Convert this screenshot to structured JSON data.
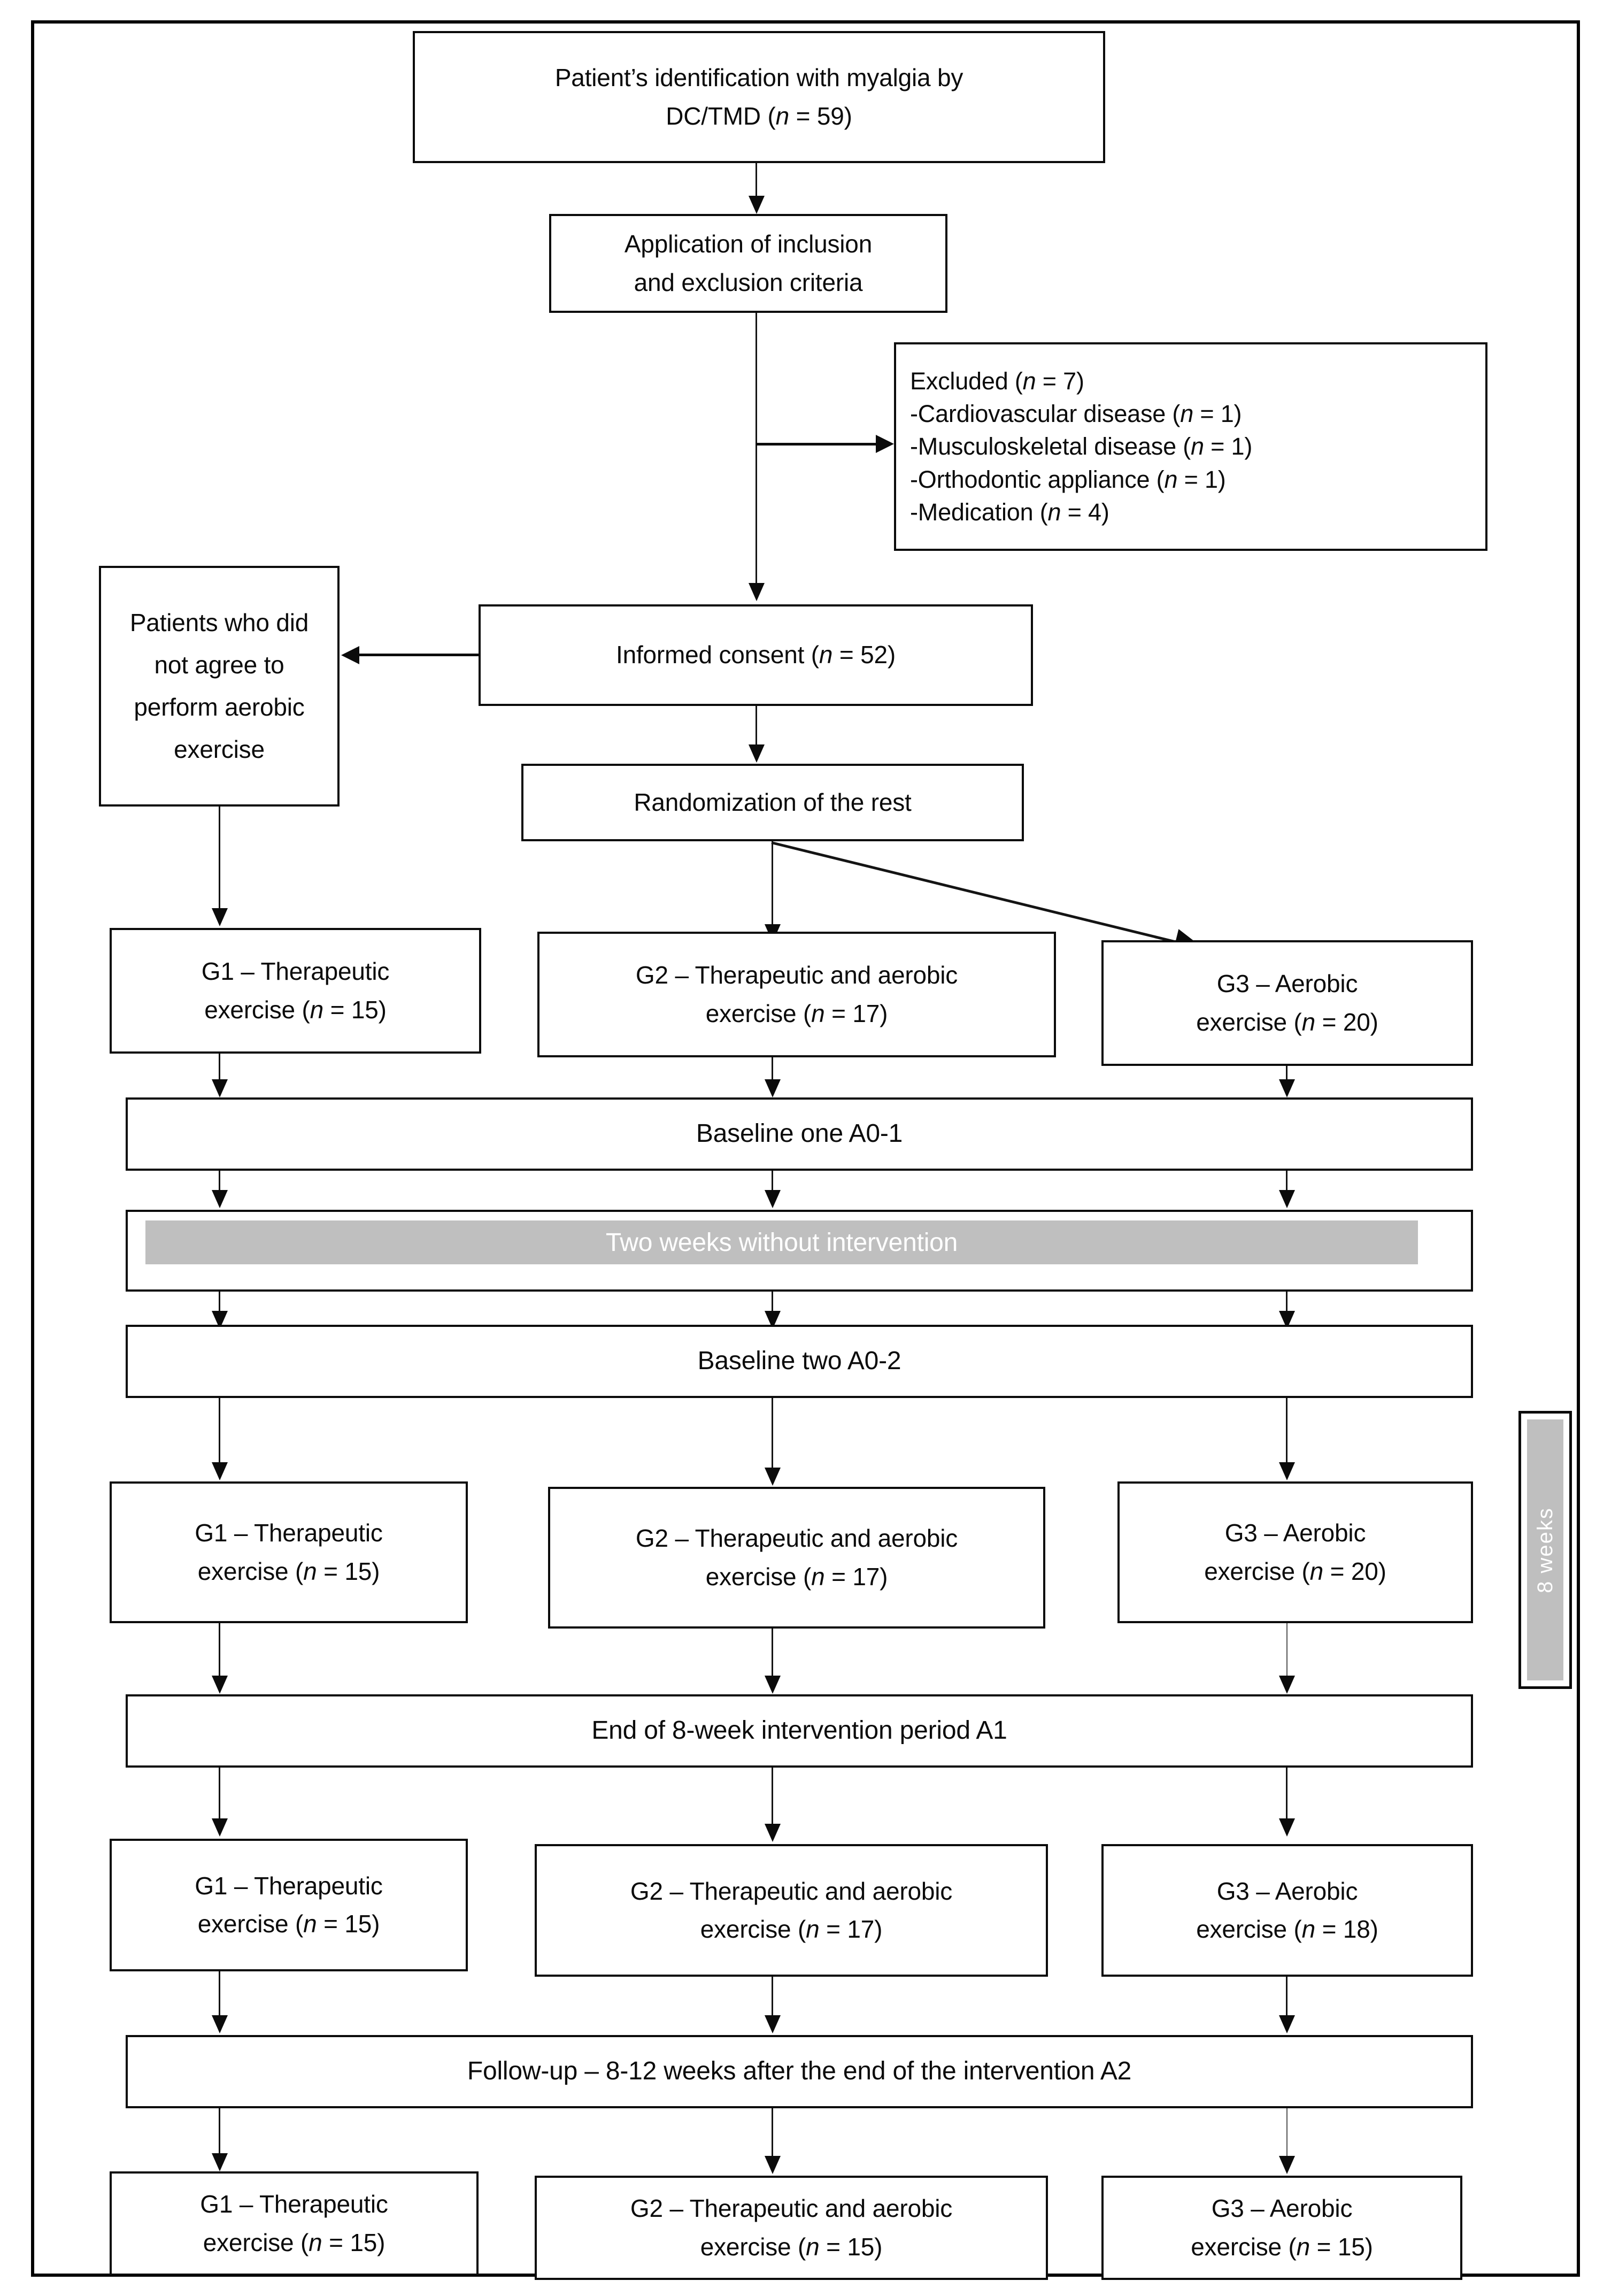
{
  "figure": {
    "type": "flowchart",
    "title": "CONSORT-style participant flow diagram for a randomized trial of exercise for myalgia (TMD)"
  },
  "nodes": {
    "identification": {
      "line1": "Patient’s identification with myalgia by",
      "line2_pre": "DC/TMD (",
      "line2_var": "n",
      "line2_post": " = 59)"
    },
    "criteria": {
      "line1": "Application of inclusion",
      "line2": "and exclusion criteria"
    },
    "excluded": {
      "items": [
        {
          "pre": "Excluded (",
          "var": "n",
          "post": " = 7)"
        },
        {
          "pre": "-Cardiovascular disease (",
          "var": "n",
          "post": " = 1)"
        },
        {
          "pre": "-Musculoskeletal disease (",
          "var": "n",
          "post": " = 1)"
        },
        {
          "pre": "-Orthodontic appliance (",
          "var": "n",
          "post": " = 1)"
        },
        {
          "pre": "-Medication (",
          "var": "n",
          "post": " = 4)"
        }
      ]
    },
    "declined": {
      "line1": "Patients who did",
      "line2": "not agree to",
      "line3": "perform aerobic",
      "line4": "exercise"
    },
    "consent": {
      "pre": "Informed consent (",
      "var": "n",
      "post": " = 52)"
    },
    "randomization": {
      "label": "Randomization of the rest"
    },
    "baseline_one": {
      "label": "Baseline one A0-1"
    },
    "washout": {
      "label": "Two weeks without intervention"
    },
    "baseline_two": {
      "label": "Baseline two A0-2"
    },
    "end_intervention": {
      "label": "End of 8-week intervention period A1"
    },
    "follow_up": {
      "label": "Follow-up – 8-12 weeks after the end of the intervention A2"
    },
    "weeks_marker": {
      "label": "8 weeks"
    }
  },
  "group_rows": [
    {
      "row_id": "allocation",
      "groups": [
        {
          "line1": "G1 – Therapeutic",
          "line2_pre": "exercise (",
          "line2_var": "n",
          "line2_post": " = 15)"
        },
        {
          "line1": "G2 – Therapeutic and aerobic",
          "line2_pre": "exercise (",
          "line2_var": "n",
          "line2_post": " = 17)"
        },
        {
          "line1": "G3 – Aerobic",
          "line2_pre": "exercise (",
          "line2_var": "n",
          "line2_post": " = 20)"
        }
      ]
    },
    {
      "row_id": "intervention-start",
      "groups": [
        {
          "line1": "G1 – Therapeutic",
          "line2_pre": "exercise (",
          "line2_var": "n",
          "line2_post": " = 15)"
        },
        {
          "line1": "G2 – Therapeutic and aerobic",
          "line2_pre": "exercise (",
          "line2_var": "n",
          "line2_post": " = 17)"
        },
        {
          "line1": "G3 – Aerobic",
          "line2_pre": "exercise (",
          "line2_var": "n",
          "line2_post": " = 20)"
        }
      ]
    },
    {
      "row_id": "post-intervention",
      "groups": [
        {
          "line1": "G1 – Therapeutic",
          "line2_pre": "exercise (",
          "line2_var": "n",
          "line2_post": " = 15)"
        },
        {
          "line1": "G2 – Therapeutic and aerobic",
          "line2_pre": "exercise (",
          "line2_var": "n",
          "line2_post": " = 17)"
        },
        {
          "line1": "G3 – Aerobic",
          "line2_pre": "exercise (",
          "line2_var": "n",
          "line2_post": " = 18)"
        }
      ]
    },
    {
      "row_id": "follow-up",
      "groups": [
        {
          "line1": "G1 – Therapeutic",
          "line2_pre": "exercise (",
          "line2_var": "n",
          "line2_post": " = 15)"
        },
        {
          "line1": "G2 – Therapeutic and aerobic",
          "line2_pre": "exercise (",
          "line2_var": "n",
          "line2_post": " = 15)"
        },
        {
          "line1": "G3 – Aerobic",
          "line2_pre": "exercise (",
          "line2_var": "n",
          "line2_post": " = 15)"
        }
      ]
    }
  ],
  "colors": {
    "stroke": "#0b0b0b",
    "grey_band": "#bfbfbf",
    "band_text": "#ffffff",
    "page": "#ffffff"
  }
}
